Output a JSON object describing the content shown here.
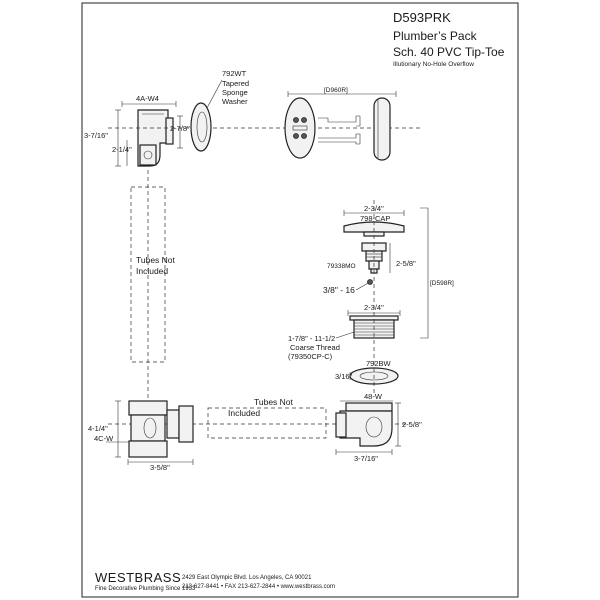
{
  "header": {
    "model": "D593PRK",
    "line1": "Plumber’s Pack",
    "line2": "Sch. 40 PVC Tip-Toe",
    "line3": "Illutionary No-Hole Overflow"
  },
  "labels": {
    "elbow_part": "4A-W4",
    "washer_part": "792WT",
    "washer_desc1": "Tapered",
    "washer_desc2": "Sponge",
    "washer_desc3": "Washer",
    "overflow_plate_part": "[D960R]",
    "cap_dim": "2-3/4\"",
    "cap_part": "798-CAP",
    "stopper_part": "79338MO",
    "stopper_dim": "2-5/8\"",
    "kit_part": "[D598R]",
    "thread_small": "3/8\" - 16",
    "body_dim": "2-3/4\"",
    "thread_large1": "1-7/8\" - 11-1/2",
    "thread_large2": "Coarse Thread",
    "thread_large3": "(79350CP-C)",
    "bottom_washer_part": "792BW",
    "bottom_washer_dim": "3/16\"",
    "drain_ell_part": "48-W",
    "drain_ell_dim_side": "2-5/8\"",
    "drain_ell_dim_bottom": "3-7/16\"",
    "tee_part": "4C-W",
    "tee_dim_side": "4-1/4\"",
    "tee_dim_bottom": "3-5/8\"",
    "elbow_dim_height": "3-7/16\"",
    "elbow_dim_low": "2-1/4\"",
    "elbow_dim_right": "2-7/8\"",
    "tubes_vertical1": "Tubes Not",
    "tubes_vertical2": "Included",
    "tubes_horizontal1": "Tubes Not",
    "tubes_horizontal2": "Included"
  },
  "footer": {
    "brand": "WESTBRASS",
    "tagline": "Fine Decorative Plumbing Since 1933",
    "address": "2429 East Olympic Blvd. Los Angeles, CA  90021",
    "phones": "213-627-8441 • FAX 213-627-2844 • www.westbrass.com"
  }
}
